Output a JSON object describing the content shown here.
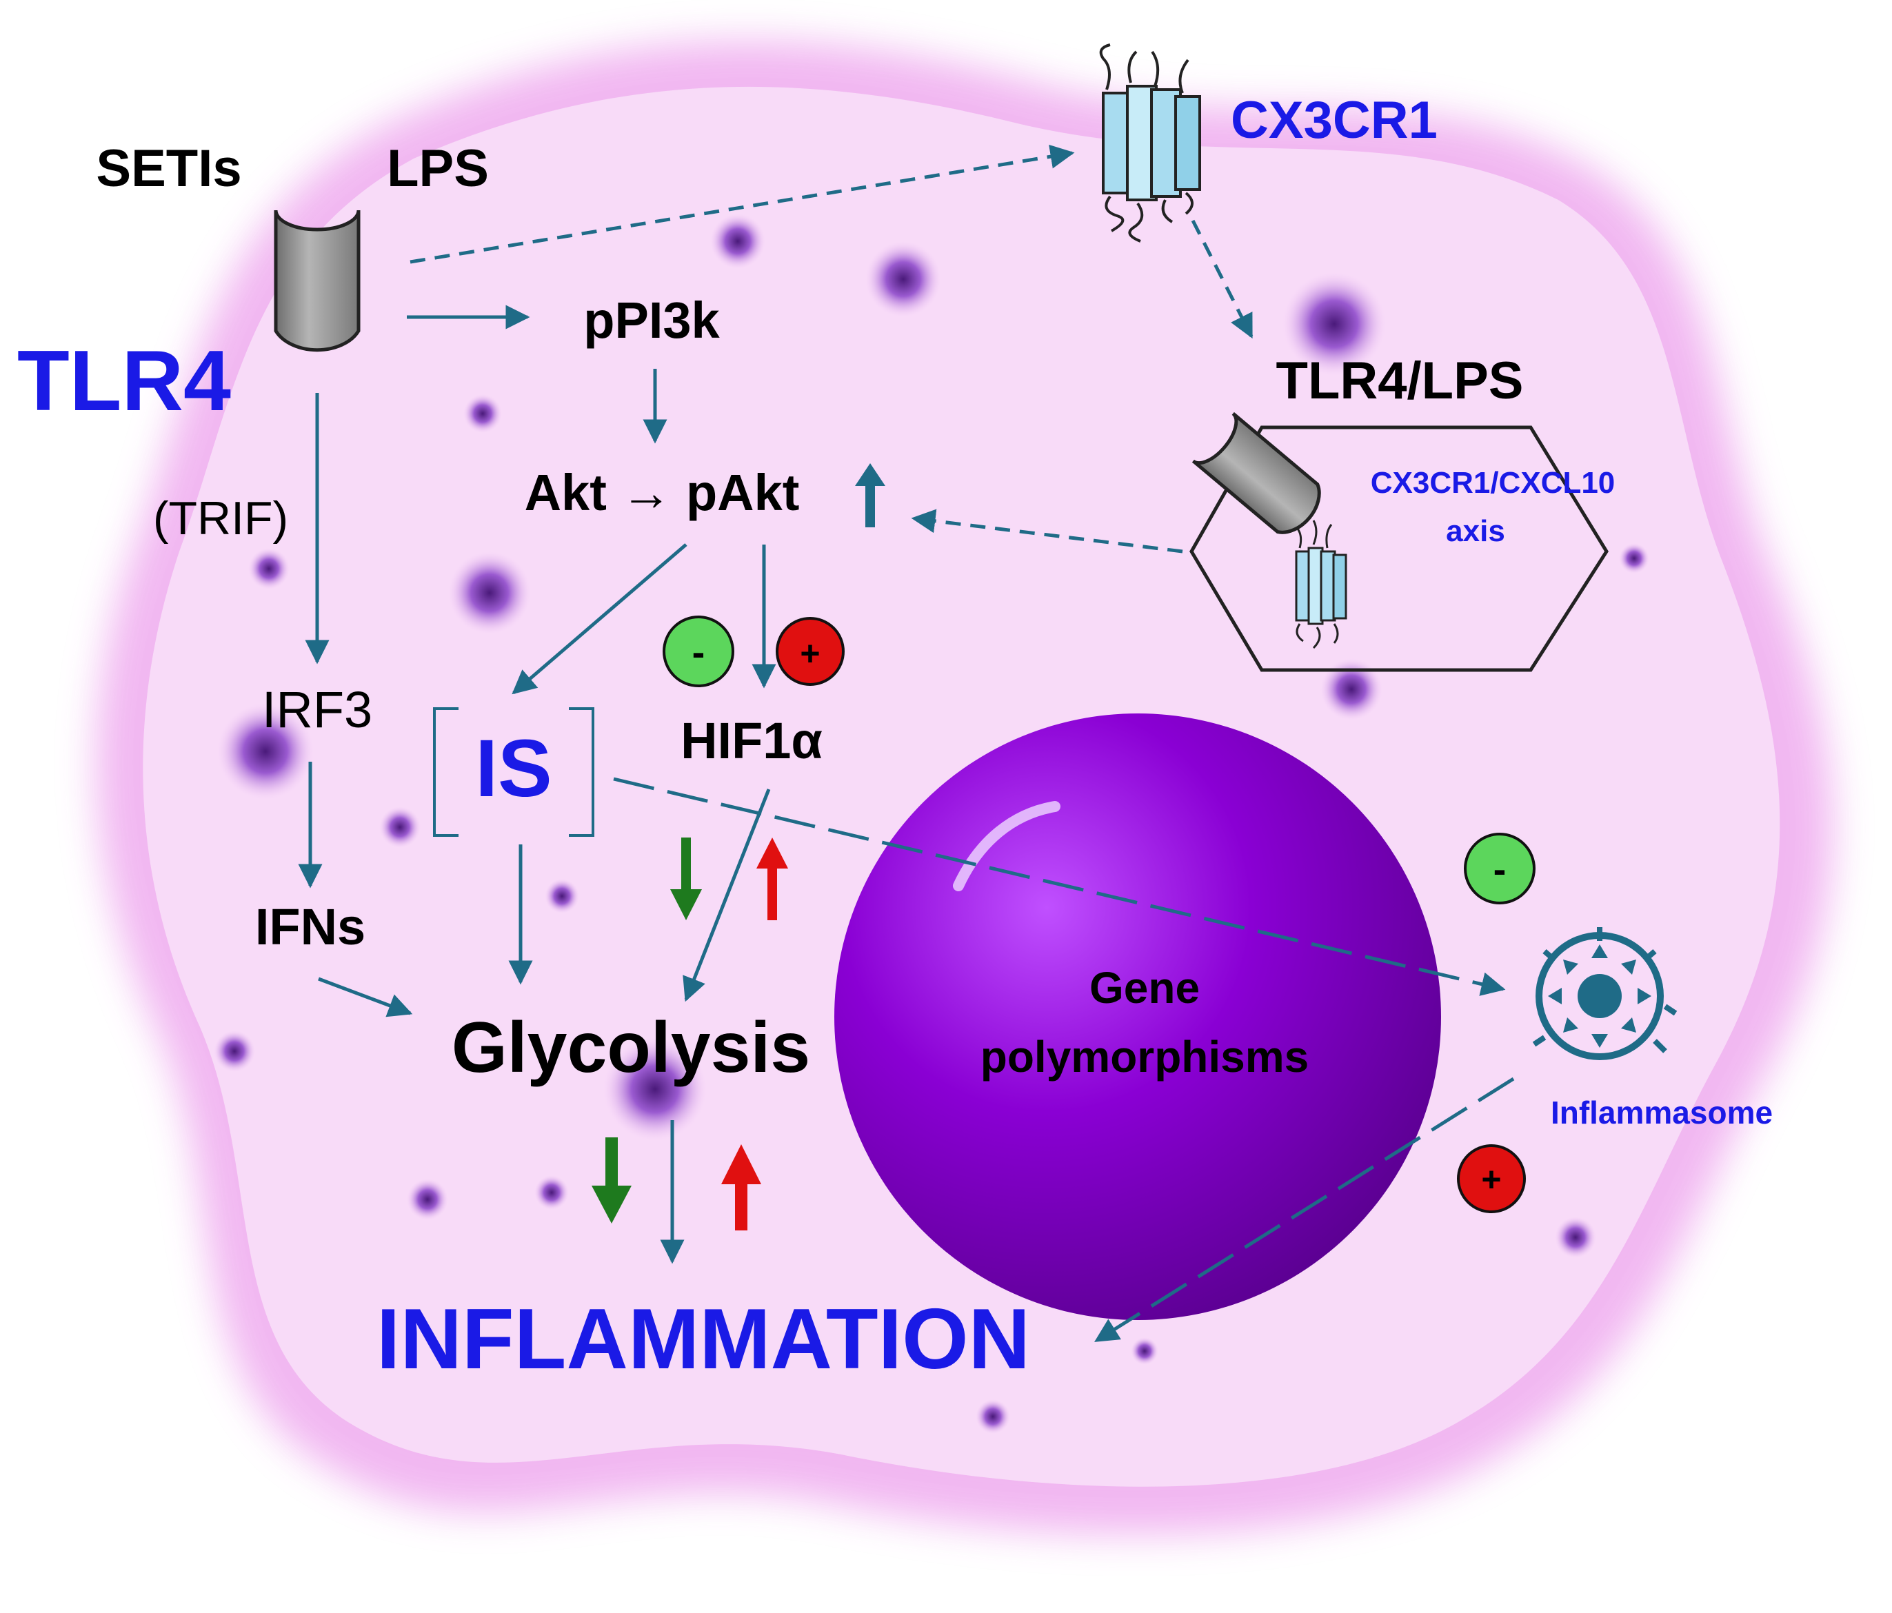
{
  "labels": {
    "setis": "SETIs",
    "lps": "LPS",
    "tlr4": "TLR4",
    "trif": "(TRIF)",
    "irf3": "IRF3",
    "ifns": "IFNs",
    "ppi3k": "pPI3k",
    "akt": "Akt → pAkt",
    "hif1a": "HIF1α",
    "is": "IS",
    "glycolysis": "Glycolysis",
    "inflammation": "INFLAMMATION",
    "cx3cr1": "CX3CR1",
    "tlr4_lps": "TLR4/LPS",
    "axis_line1": "CX3CR1/CXCL10",
    "axis_line2": "axis",
    "gene_line1": "Gene",
    "gene_line2": "polymorphisms",
    "inflammasome": "Inflammasome"
  },
  "badges": {
    "minus": "-",
    "plus": "+"
  },
  "colors": {
    "blue_text": "#1a1ae6",
    "arrow": "#1f6b87",
    "green": "#1e7a1e",
    "red": "#e01010",
    "badge_green": "#5cd65c",
    "badge_red": "#e01010",
    "nucleus": "#8a00d4",
    "cell": "#f5c8f5",
    "receptor_grey": "#9a9a9a",
    "channel_blue": "#a8dcf0"
  },
  "icons": {
    "tlr4_receptor": "receptor-cylinder-icon",
    "cx3cr1_receptor": "transmembrane-receptor-icon",
    "inflammasome": "inflammasome-ring-icon"
  }
}
